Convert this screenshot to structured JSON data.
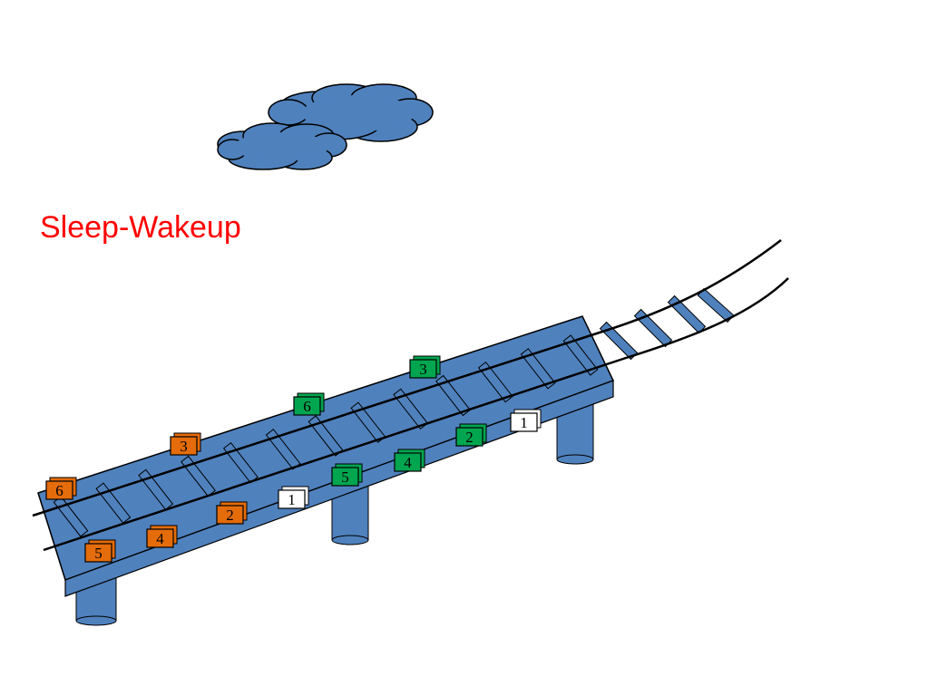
{
  "slide": {
    "title": "Sleep-Wakeup",
    "title_color": "#ff0000"
  },
  "colors": {
    "bridge_blue": "#4f81bd",
    "orange_block": "#e46c0a",
    "green_block": "#00a64f",
    "white_block": "#ffffff",
    "outline": "#000000"
  },
  "blocks": [
    {
      "label": "6",
      "color": "orange"
    },
    {
      "label": "3",
      "color": "orange"
    },
    {
      "label": "5",
      "color": "orange"
    },
    {
      "label": "4",
      "color": "orange"
    },
    {
      "label": "2",
      "color": "orange"
    },
    {
      "label": "1",
      "color": "white"
    },
    {
      "label": "6",
      "color": "green"
    },
    {
      "label": "3",
      "color": "green"
    },
    {
      "label": "5",
      "color": "green"
    },
    {
      "label": "4",
      "color": "green"
    },
    {
      "label": "2",
      "color": "green"
    },
    {
      "label": "1",
      "color": "white"
    }
  ]
}
